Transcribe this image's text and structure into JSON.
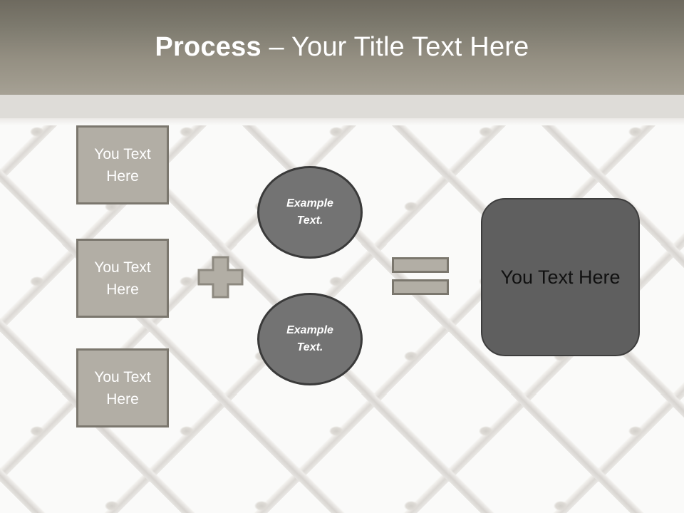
{
  "slide": {
    "header": {
      "title_strong": "Process",
      "title_rest": " – Your Title Text Here",
      "background_gradient_top": "#6e6a5f",
      "background_gradient_bottom": "#a6a195"
    },
    "background": {
      "name": "chain-link-fence-texture",
      "base_color": "#fafaf9",
      "wire_color": "#dbd8d4",
      "band_color": "#dedcd8"
    },
    "inputs": [
      {
        "label": "You Text Here",
        "fill": "#b2aea5",
        "border": "#7b776e"
      },
      {
        "label": "You Text Here",
        "fill": "#b2aea5",
        "border": "#7b776e"
      },
      {
        "label": "You Text Here",
        "fill": "#b2aea5",
        "border": "#7b776e"
      }
    ],
    "operators": {
      "plus": {
        "name": "plus-sign",
        "glyph": "+",
        "fill": "#b2aea5",
        "border": "#7b776e"
      },
      "equals": {
        "name": "equals-sign",
        "glyph": "=",
        "fill": "#b2aea5",
        "border": "#7b776e"
      }
    },
    "circles": [
      {
        "line1": "Example",
        "line2": "Text.",
        "fill": "#737373",
        "border": "#3a3a3a"
      },
      {
        "line1": "Example",
        "line2": "Text.",
        "fill": "#737373",
        "border": "#3a3a3a"
      }
    ],
    "result": {
      "label": "You Text Here",
      "fill": "#5f5f5f",
      "border": "#3d3d3d",
      "text_color": "#111111"
    }
  }
}
